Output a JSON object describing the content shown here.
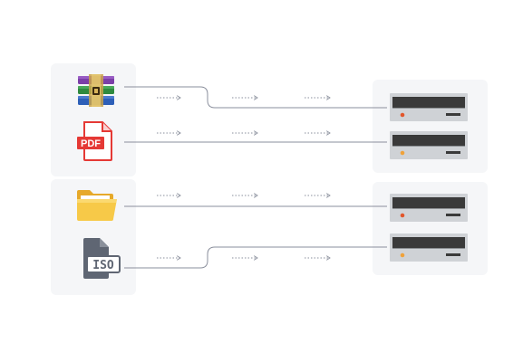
{
  "diagram": {
    "sources": [
      {
        "name": "rar-archive",
        "icon": "rar-archive-icon"
      },
      {
        "name": "pdf-file",
        "icon": "pdf-file-icon",
        "label": "PDF"
      },
      {
        "name": "folder",
        "icon": "folder-icon"
      },
      {
        "name": "iso-image",
        "icon": "iso-file-icon",
        "label": "ISO"
      }
    ],
    "targets": [
      {
        "icon": "optical-drive-icon"
      },
      {
        "icon": "optical-drive-icon"
      },
      {
        "icon": "optical-drive-icon"
      },
      {
        "icon": "optical-drive-icon"
      }
    ],
    "colors": {
      "panel_bg": "#f5f6f8",
      "line": "#8a8f9c",
      "drive_body": "#cfd2d6",
      "drive_tray": "#3a3a3a",
      "led_red": "#e2562b",
      "led_orange": "#f0a23a",
      "pdf_red": "#e53935",
      "iso_gray": "#5f6673",
      "folder_yellow": "#f5c542"
    }
  }
}
